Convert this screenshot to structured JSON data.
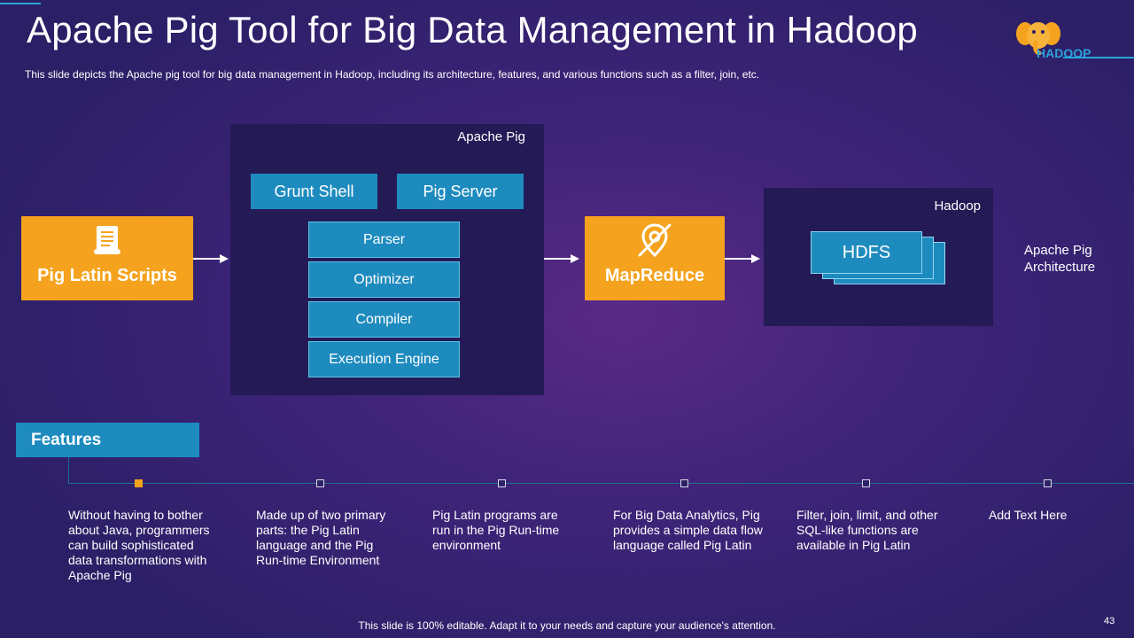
{
  "slide": {
    "title": "Apache Pig Tool for Big Data Management in Hadoop",
    "subtitle": "This slide depicts the Apache pig tool for big data management in Hadoop, including its architecture, features, and various functions such as a filter, join, etc.",
    "logo_text": "HADOOP",
    "footer": "This slide is 100% editable. Adapt it to your needs and capture your audience's attention.",
    "page_number": "43"
  },
  "diagram": {
    "input_box": {
      "label": "Pig Latin Scripts",
      "icon": "script-scroll-icon"
    },
    "apache_pig": {
      "label": "Apache Pig",
      "interfaces": [
        "Grunt Shell",
        "Pig Server"
      ],
      "layers": [
        "Parser",
        "Optimizer",
        "Compiler",
        "Execution Engine"
      ]
    },
    "mapreduce": {
      "label": "MapReduce",
      "icon": "crossed-location-pin-icon"
    },
    "hadoop": {
      "label": "Hadoop",
      "storage": "HDFS"
    },
    "caption": "Apache Pig\nArchitecture"
  },
  "features": {
    "heading": "Features",
    "items": [
      "Without having to bother about Java, programmers can build sophisticated data transformations with Apache Pig",
      "Made up of two primary parts: the Pig Latin language and the Pig Run-time Environment",
      "Pig Latin programs are run in the Pig Run-time environment",
      "For Big Data Analytics, Pig provides a simple data flow language called Pig Latin",
      "Filter, join, limit, and other SQL-like functions are available in Pig Latin",
      "Add Text Here"
    ]
  },
  "colors": {
    "accent_orange": "#f5a31e",
    "accent_blue": "#1e8bbf",
    "panel_dark": "#241a55"
  }
}
